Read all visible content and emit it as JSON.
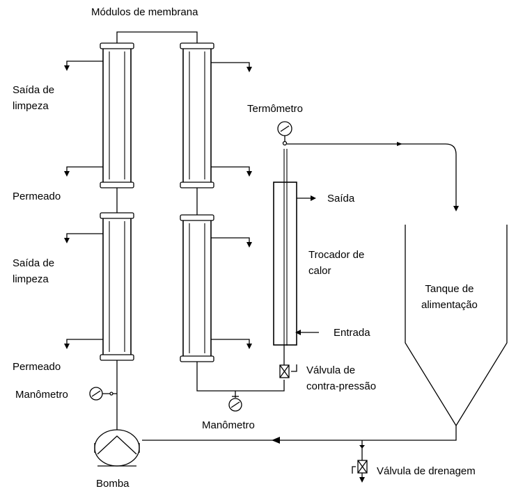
{
  "labels": {
    "modulos": "Módulos de membrana",
    "saida_limpeza_1a": "Saída de",
    "saida_limpeza_1b": "limpeza",
    "permeado_1": "Permeado",
    "saida_limpeza_2a": "Saída de",
    "saida_limpeza_2b": "limpeza",
    "permeado_2": "Permeado",
    "manometro_1": "Manômetro",
    "manometro_2": "Manômetro",
    "bomba": "Bomba",
    "termometro": "Termômetro",
    "saida": "Saída",
    "trocador_a": "Trocador de",
    "trocador_b": "calor",
    "entrada": "Entrada",
    "valvula_contra_a": "Válvula de",
    "valvula_contra_b": "contra-pressão",
    "tanque_a": "Tanque de",
    "tanque_b": "alimentação",
    "valvula_drenagem": "Válvula de drenagem"
  },
  "colors": {
    "line": "#000000",
    "background": "#ffffff"
  }
}
